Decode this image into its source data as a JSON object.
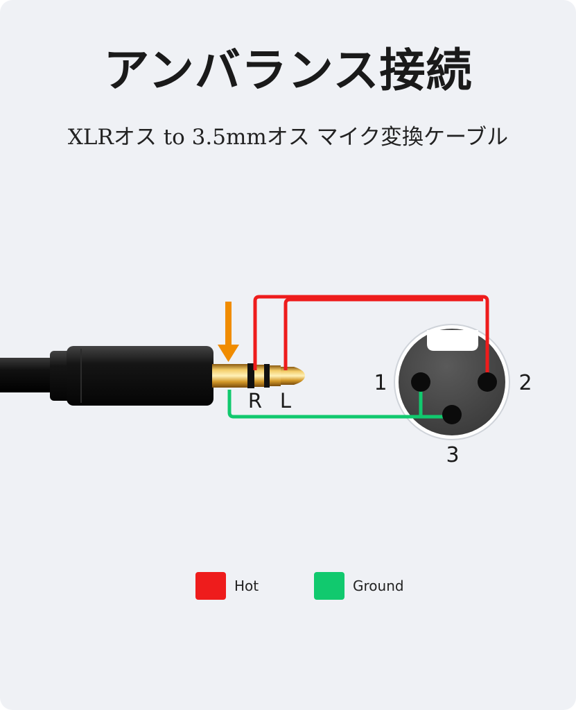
{
  "header": {
    "title": "アンバランス接続",
    "subtitle": "XLRオス to 3.5mmオス マイク変換ケーブル"
  },
  "diagram": {
    "plug_labels": {
      "r": "R",
      "l": "L"
    },
    "pin_labels": {
      "pin1": "1",
      "pin2": "2",
      "pin3": "3"
    }
  },
  "legend": {
    "items": [
      {
        "label": "Hot",
        "color": "#ee1c1c"
      },
      {
        "label": "Ground",
        "color": "#11c96e"
      }
    ]
  },
  "colors": {
    "hot": "#ee1c1c",
    "ground": "#11c96e",
    "arrow": "#f08c00",
    "gold": "#d9a52c",
    "background": "#eff1f5"
  }
}
